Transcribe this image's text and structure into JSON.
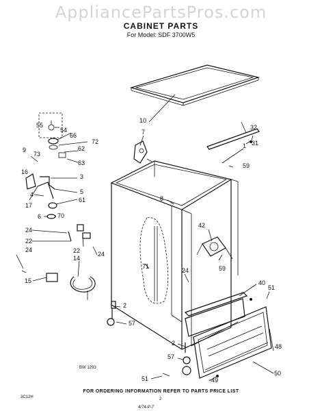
{
  "watermark": "AppliancePartsPros.com",
  "header": {
    "title": "CABINET PARTS",
    "subtitle": "For Model: SDF 3700W5"
  },
  "footer": "FOR ORDERING INFORMATION REFER TO PARTS PRICE LIST",
  "codes": {
    "drawing": "BW 1293",
    "left": "3C12H",
    "page": "2",
    "handwriting": "4/74-P-7"
  },
  "callouts": [
    {
      "id": "c55",
      "text": "55"
    },
    {
      "id": "c54",
      "text": "54"
    },
    {
      "id": "c66",
      "text": "66"
    },
    {
      "id": "c72",
      "text": "72"
    },
    {
      "id": "c9",
      "text": "9"
    },
    {
      "id": "c73",
      "text": "73"
    },
    {
      "id": "c62",
      "text": "62"
    },
    {
      "id": "c63",
      "text": "63"
    },
    {
      "id": "c16",
      "text": "16"
    },
    {
      "id": "c3",
      "text": "3"
    },
    {
      "id": "c5",
      "text": "5"
    },
    {
      "id": "c4",
      "text": "4"
    },
    {
      "id": "c61",
      "text": "61"
    },
    {
      "id": "c17",
      "text": "17"
    },
    {
      "id": "c6",
      "text": "6"
    },
    {
      "id": "c70",
      "text": "70"
    },
    {
      "id": "c24a",
      "text": "24"
    },
    {
      "id": "c22a",
      "text": "22"
    },
    {
      "id": "c22b",
      "text": "22"
    },
    {
      "id": "c24b",
      "text": "24"
    },
    {
      "id": "c24c",
      "text": "24"
    },
    {
      "id": "c14",
      "text": "14"
    },
    {
      "id": "c15",
      "text": "15"
    },
    {
      "id": "c10",
      "text": "10"
    },
    {
      "id": "c7",
      "text": "7"
    },
    {
      "id": "c32",
      "text": "32"
    },
    {
      "id": "c31",
      "text": "31"
    },
    {
      "id": "c1",
      "text": "1"
    },
    {
      "id": "c59a",
      "text": "59"
    },
    {
      "id": "c8",
      "text": "8"
    },
    {
      "id": "c42",
      "text": "42"
    },
    {
      "id": "c71",
      "text": "71"
    },
    {
      "id": "c59b",
      "text": "59"
    },
    {
      "id": "c24d",
      "text": "24"
    },
    {
      "id": "c40",
      "text": "40"
    },
    {
      "id": "c51a",
      "text": "51"
    },
    {
      "id": "c2a",
      "text": "2"
    },
    {
      "id": "c57a",
      "text": "57"
    },
    {
      "id": "c48",
      "text": "48"
    },
    {
      "id": "c2b",
      "text": "2"
    },
    {
      "id": "c57b",
      "text": "57"
    },
    {
      "id": "c50",
      "text": "50"
    },
    {
      "id": "c49",
      "text": "49"
    },
    {
      "id": "c51b",
      "text": "51"
    }
  ]
}
